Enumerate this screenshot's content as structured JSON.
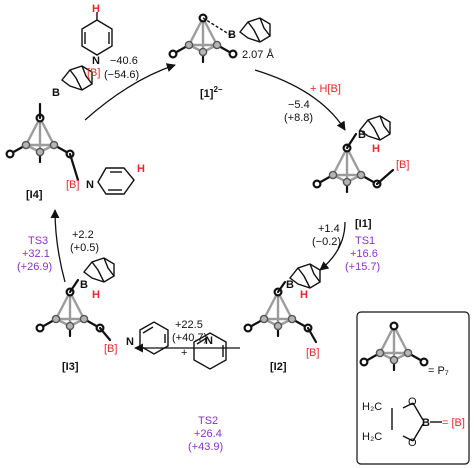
{
  "species": {
    "c1": "[1]",
    "c1_charge": "2−",
    "i1": "[I1]",
    "i2": "[I2]",
    "i3": "[I3]",
    "i4": "[I4]"
  },
  "bond_length": "2.07 Å",
  "atoms": {
    "B": "B",
    "H": "H",
    "N": "N",
    "O": "O",
    "H2C": "H₂C"
  },
  "reagents": {
    "hb_plus": "+ H[B]",
    "pyridine_plus": "+",
    "boryl": "[B]"
  },
  "energies": {
    "c1_to_i1": {
      "dg": "−5.4",
      "dg_alt": "(+8.8)"
    },
    "i1_to_i2": {
      "dg": "+1.4",
      "dg_alt": "(−0.2)"
    },
    "i1_to_i2_ts": {
      "ts": "TS1",
      "dg": "+16.6",
      "dg_alt": "(+15.7)"
    },
    "i2_to_i3": {
      "dg": "+22.5",
      "dg_alt": "(+40.7)"
    },
    "i2_to_i3_ts": {
      "ts": "TS2",
      "dg": "+26.4",
      "dg_alt": "(+43.9)"
    },
    "i3_to_i4": {
      "dg": "+2.2",
      "dg_alt": "(+0.5)"
    },
    "i3_to_i4_ts": {
      "ts": "TS3",
      "dg": "+32.1",
      "dg_alt": "(+26.9)"
    },
    "i4_to_c1": {
      "dg": "−40.6",
      "dg_alt": "(−54.6)"
    }
  },
  "legend": {
    "p7_label": "= P₇",
    "b_label": "= [B]"
  },
  "colors": {
    "red": "#e8262b",
    "purple": "#8b32c6",
    "grey": "#9c9c9c"
  }
}
